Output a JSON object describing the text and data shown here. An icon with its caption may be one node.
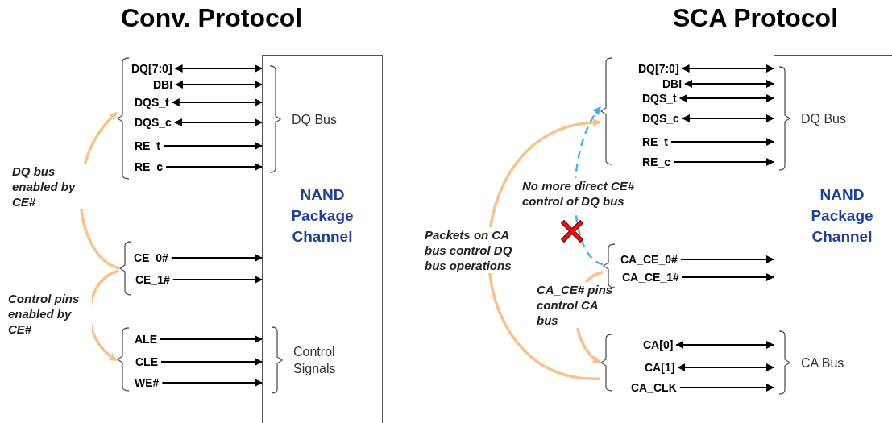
{
  "diagram": {
    "nodes": [
      {
        "text": [
          "NAND Package Channel"
        ]
      },
      {
        "text": [
          "DQ Bus"
        ],
        "in": 0
      },
      {
        "text": [
          "Control Signals"
        ],
        "in": 0
      },
      {
        "text": [],
        "shape": "bracket"
      },
      {
        "text": [
          "DQ[7:0]"
        ],
        "in": 3
      },
      {
        "text": [
          "DBI"
        ],
        "in": 3
      },
      {
        "text": [
          "DQS_t"
        ],
        "in": 3
      },
      {
        "text": [
          "DQS_c"
        ],
        "in": 3
      },
      {
        "text": [
          "RE_t"
        ],
        "in": 3
      },
      {
        "text": [
          "RE_c"
        ],
        "in": 3
      },
      {
        "text": [],
        "shape": "bracket"
      },
      {
        "text": [
          "CE_0#"
        ],
        "in": 10
      },
      {
        "text": [
          "CE_1#"
        ],
        "in": 10
      },
      {
        "text": [],
        "shape": "bracket"
      },
      {
        "text": [
          "ALE"
        ],
        "in": 13
      },
      {
        "text": [
          "CLE"
        ],
        "in": 13
      },
      {
        "text": [
          "WE#"
        ],
        "in": 13
      },
      {
        "text": [
          "NAND Package Channel"
        ]
      },
      {
        "text": [
          "DQ Bus"
        ],
        "in": 17
      },
      {
        "text": [
          "CA Bus"
        ],
        "in": 17
      },
      {
        "text": [],
        "shape": "bracket"
      },
      {
        "text": [
          "DQ[7:0]"
        ],
        "in": 20
      },
      {
        "text": [
          "DBI"
        ],
        "in": 20
      },
      {
        "text": [
          "DQS_t"
        ],
        "in": 20
      },
      {
        "text": [
          "DQS_c"
        ],
        "in": 20
      },
      {
        "text": [
          "RE_t"
        ],
        "in": 20
      },
      {
        "text": [
          "RE_c"
        ],
        "in": 20
      },
      {
        "text": [],
        "shape": "bracket"
      },
      {
        "text": [
          "CA_CE_0#"
        ],
        "in": 27
      },
      {
        "text": [
          "CA_CE_1#"
        ],
        "in": 27
      },
      {
        "text": [],
        "shape": "bracket"
      },
      {
        "text": [
          "CA[0]"
        ],
        "in": 30
      },
      {
        "text": [
          "CA[1]"
        ],
        "in": 30
      },
      {
        "text": [
          "CA_CLK"
        ],
        "in": 30
      }
    ],
    "edges": [
      {
        "from": 4,
        "to": 0,
        "arrow": "both"
      },
      {
        "from": 5,
        "to": 0,
        "arrow": "both"
      },
      {
        "from": 6,
        "to": 0,
        "arrow": "both"
      },
      {
        "from": 7,
        "to": 0,
        "arrow": "both"
      },
      {
        "from": 8,
        "to": 0,
        "arrow": "to"
      },
      {
        "from": 9,
        "to": 0,
        "arrow": "to"
      },
      {
        "from": 11,
        "to": 0,
        "arrow": "to"
      },
      {
        "from": 12,
        "to": 0,
        "arrow": "to"
      },
      {
        "from": 14,
        "to": 0,
        "arrow": "to"
      },
      {
        "from": 15,
        "to": 0,
        "arrow": "to"
      },
      {
        "from": 16,
        "to": 0,
        "arrow": "to"
      },
      {
        "from": 10,
        "to": 3,
        "arrow": "to",
        "label": "DQ bus enabled by CE#",
        "color": "#f9c28c",
        "style": "thick"
      },
      {
        "from": 10,
        "to": 13,
        "arrow": "to",
        "label": "Control pins enabled by CE#",
        "color": "#f9c28c",
        "style": "thick"
      },
      {
        "from": 21,
        "to": 17,
        "arrow": "both"
      },
      {
        "from": 22,
        "to": 17,
        "arrow": "both"
      },
      {
        "from": 23,
        "to": 17,
        "arrow": "both"
      },
      {
        "from": 24,
        "to": 17,
        "arrow": "both"
      },
      {
        "from": 25,
        "to": 17,
        "arrow": "to"
      },
      {
        "from": 26,
        "to": 17,
        "arrow": "to"
      },
      {
        "from": 28,
        "to": 17,
        "arrow": "to"
      },
      {
        "from": 29,
        "to": 17,
        "arrow": "to"
      },
      {
        "from": 31,
        "to": 17,
        "arrow": "both"
      },
      {
        "from": 32,
        "to": 17,
        "arrow": "both"
      },
      {
        "from": 33,
        "to": 17,
        "arrow": "to"
      },
      {
        "from": 30,
        "to": 20,
        "arrow": "to",
        "label": "Packets on CA bus control DQ bus operations",
        "color": "#f9c28c",
        "style": "thick"
      },
      {
        "from": 27,
        "to": 20,
        "arrow": "to",
        "label": "No more direct CE# control of DQ bus",
        "color": "#4aaee0",
        "style": "dashed"
      },
      {
        "from": 27,
        "to": 30,
        "arrow": "to",
        "label": "CA_CE# pins control CA bus",
        "color": "#f9c28c",
        "style": "thick"
      }
    ],
    "labels": [
      "Conv. Protocol",
      "SCA Protocol"
    ]
  }
}
